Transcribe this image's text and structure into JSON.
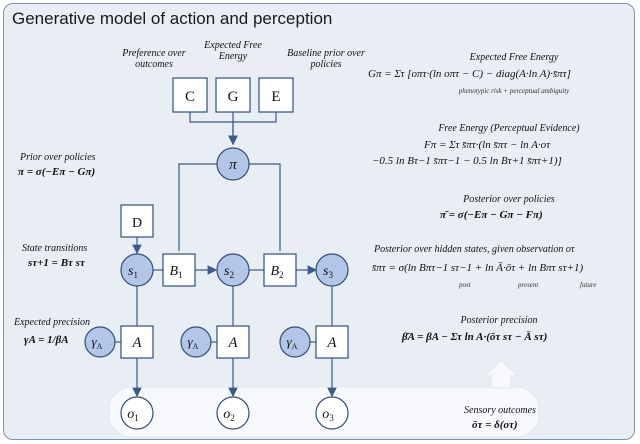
{
  "title": "Generative model of action and perception",
  "nodes": {
    "C": "C",
    "G": "G",
    "E": "E",
    "pi": "π",
    "D": "D",
    "s1": "s",
    "s1_sub": "1",
    "s2": "s",
    "s2_sub": "2",
    "s3": "s",
    "s3_sub": "3",
    "B1": "B",
    "B1_sub": "1",
    "B2": "B",
    "B2_sub": "2",
    "A": "A",
    "gamma": "γ",
    "gamma_sub": "A",
    "o1": "o",
    "o1_sub": "1",
    "o2": "o",
    "o2_sub": "2",
    "o3": "o",
    "o3_sub": "3"
  },
  "labels": {
    "preference": "Preference over outcomes",
    "expected_free_energy_top": "Expected Free Energy",
    "baseline_prior": "Baseline prior over policies",
    "prior_policies": "Prior over policies",
    "state_transitions": "State transitions",
    "expected_precision": "Expected precision",
    "sensory_outcomes": "Sensory outcomes"
  },
  "equations": {
    "efe_heading": "Expected Free Energy",
    "efe": "Gπ = Στ [oπτ·(ln oπτ − C) − diag(A·ln A)·s̄πτ]",
    "efe_note": "phenotypic risk  +  perceptual ambiguity",
    "fe_heading": "Free Energy (Perceptual Evidence)",
    "fe_line1": "Fπ = Στ s̄πτ·(ln s̄πτ − ln A·oτ",
    "fe_line2": "−0.5 ln Bτ−1 s̄πτ−1 − 0.5 ln Bτ+1 s̄πτ+1)]",
    "post_pol_heading": "Posterior over policies",
    "post_pol": "π̄ = σ(−Eπ − Gπ − Fπ)",
    "post_hid_heading": "Posterior over hidden states, given observation oτ",
    "post_hid": "s̄πτ = σ(ln Bπτ−1 sτ−1 + ln Ā·ōτ + ln Bπτ sτ+1)",
    "post_note_1": "post",
    "post_note_2": "present",
    "post_note_3": "future",
    "post_prec_heading": "Posterior precision",
    "post_prec": "β̄A = βA − Στ ln A·(ōτ sτ − Ā sτ)",
    "prior_pol": "π = σ(−Eπ − Gπ)",
    "state_tr": "sτ+1 = Bτ sτ",
    "exp_prec": "γA = 1/βA",
    "sensory": "ōτ = δ(oτ)"
  },
  "colors": {
    "frame_bg": "#e9eef5",
    "frame_border": "#7f93a8",
    "node_fill": "#b4c6e7",
    "node_stroke": "#2f4f7a",
    "edge": "#3a5b8c",
    "band": "#f7f9fc"
  }
}
